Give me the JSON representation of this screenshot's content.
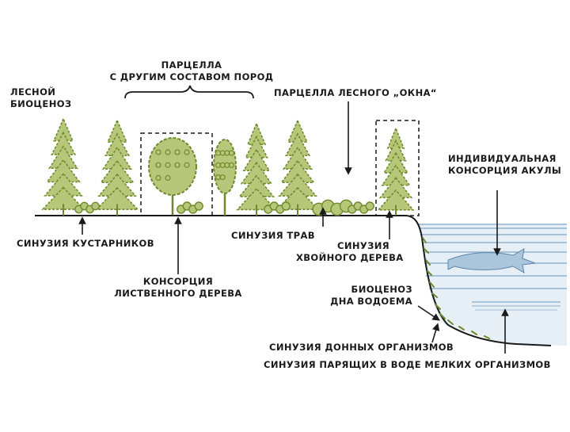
{
  "labels": {
    "forest_biocenosis": [
      "ЛЕСНОЙ",
      "БИОЦЕНОЗ"
    ],
    "parcel_other_species": [
      "ПАРЦЕЛЛА",
      "С ДРУГИМ СОСТАВОМ ПОРОД"
    ],
    "parcel_forest_window": "ПАРЦЕЛЛА ЛЕСНОГО „ОКНА“",
    "shark_consortium": [
      "ИНДИВИДУАЛЬНАЯ",
      "КОНСОРЦИЯ АКУЛЫ"
    ],
    "shrub_synusia": "СИНУЗИЯ  КУСТАРНИКОВ",
    "grass_synusia": "СИНУЗИЯ  ТРАВ",
    "conifer_synusia": [
      "СИНУЗИЯ",
      "ХВОЙНОГО ДЕРЕВА"
    ],
    "deciduous_consortium": [
      "КОНСОРЦИЯ",
      "ЛИСТВЕННОГО  ДЕРЕВА"
    ],
    "bottom_biocenosis": [
      "БИОЦЕНОЗ",
      "ДНА  ВОДОЕМА"
    ],
    "benthic_synusia": "СИНУЗИЯ  ДОННЫХ  ОРГАНИЗМОВ",
    "floating_synusia": "СИНУЗИЯ  ПАРЯЩИХ  В  ВОДЕ  МЕЛКИХ  ОРГАНИЗМОВ"
  },
  "colors": {
    "ink": "#1a1a1a",
    "foliage": "#6f8a2c",
    "foliage_light": "#b7c77a",
    "water_line": "#7fa6c8",
    "water_fill": "#dbe8f2",
    "shark": "#a9c6dd"
  }
}
